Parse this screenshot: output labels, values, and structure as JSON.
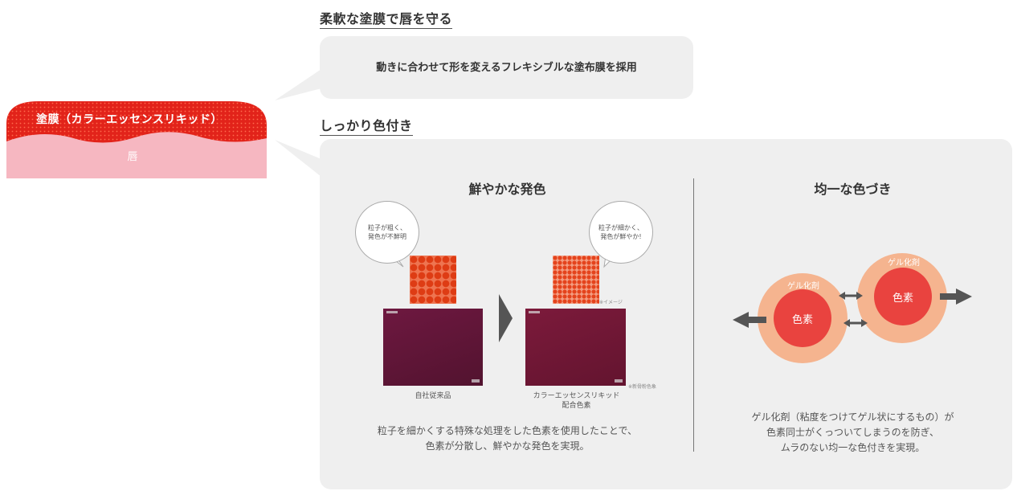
{
  "lip_diagram": {
    "coating_label": "塗膜（カラーエッセンスリキッド）",
    "lip_label": "唇",
    "colors": {
      "coating": "#e2231a",
      "lip": "#f6b7c1"
    }
  },
  "section_flexible": {
    "heading": "柔軟な塗膜で唇を守る",
    "text": "動きに合わせて形を変えるフレキシブルな塗布膜を採用"
  },
  "section_color": {
    "heading": "しっかり色付き",
    "vivid": {
      "title": "鮮やかな発色",
      "bubble_left": [
        "粒子が粗く、",
        "発色が不鮮明"
      ],
      "bubble_right": [
        "粒子が細かく、",
        "発色が鮮やか!"
      ],
      "caption_left": "自社従来品",
      "caption_right": [
        "カラーエッセンスリキッド",
        "配合色素"
      ],
      "note_image": "※イメージ",
      "note_color": "※新骨粉色象",
      "description": [
        "粒子を細かくする特殊な処理をした色素を使用したことで、",
        "色素が分散し、鮮やかな発色を実現。"
      ]
    },
    "even": {
      "title": "均一な色づき",
      "gel_label": "ゲル化剤",
      "core_label": "色素",
      "description": [
        "ゲル化剤（粘度をつけてゲル状にするもの）が",
        "色素同士がくっついてしまうのを防ぎ、",
        "ムラのない均一な色付きを実現。"
      ]
    }
  }
}
